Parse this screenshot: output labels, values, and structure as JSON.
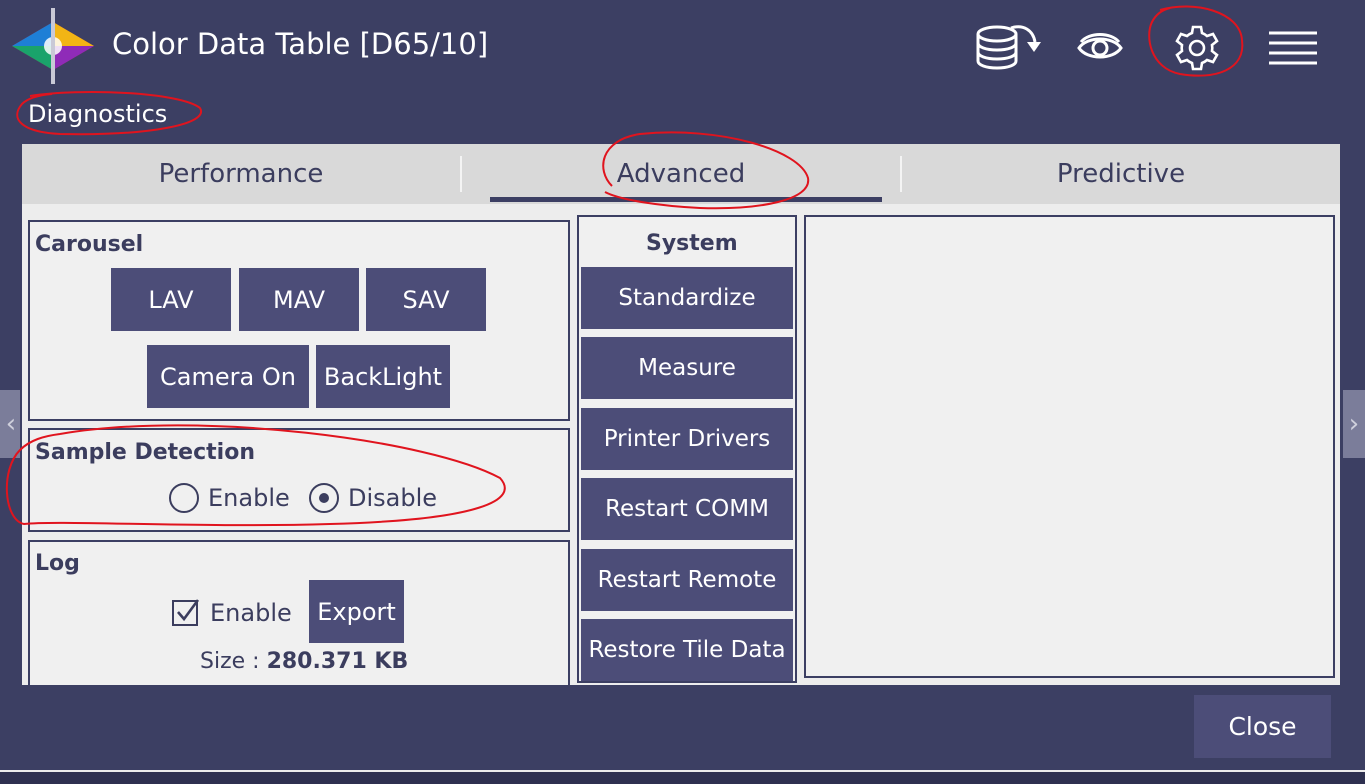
{
  "app": {
    "title": "Color Data Table [D65/10]",
    "icons": [
      "app-logo-icon",
      "database-refresh-icon",
      "eye-icon",
      "gear-icon",
      "hamburger-menu-icon"
    ]
  },
  "dialog": {
    "title": "Diagnostics",
    "close_label": "Close"
  },
  "tabs": [
    {
      "label": "Performance",
      "active": false
    },
    {
      "label": "Advanced",
      "active": true
    },
    {
      "label": "Predictive",
      "active": false
    }
  ],
  "carousel": {
    "title": "Carousel",
    "buttons": [
      "LAV",
      "MAV",
      "SAV",
      "Camera On",
      "BackLight"
    ]
  },
  "sample_detection": {
    "title": "Sample Detection",
    "options": [
      {
        "label": "Enable",
        "selected": false
      },
      {
        "label": "Disable",
        "selected": true
      }
    ]
  },
  "log": {
    "title": "Log",
    "enable_label": "Enable",
    "enable_checked": true,
    "export_label": "Export",
    "size_label": "Size : ",
    "size_value": "280.371 KB"
  },
  "system": {
    "title": "System",
    "buttons": [
      "Standardize",
      "Measure",
      "Printer Drivers",
      "Restart COMM",
      "Restart Remote",
      "Restore Tile Data"
    ]
  },
  "colors": {
    "primary": "#3c3f63",
    "button": "#4c4d78",
    "annotation": "#e0141e"
  }
}
